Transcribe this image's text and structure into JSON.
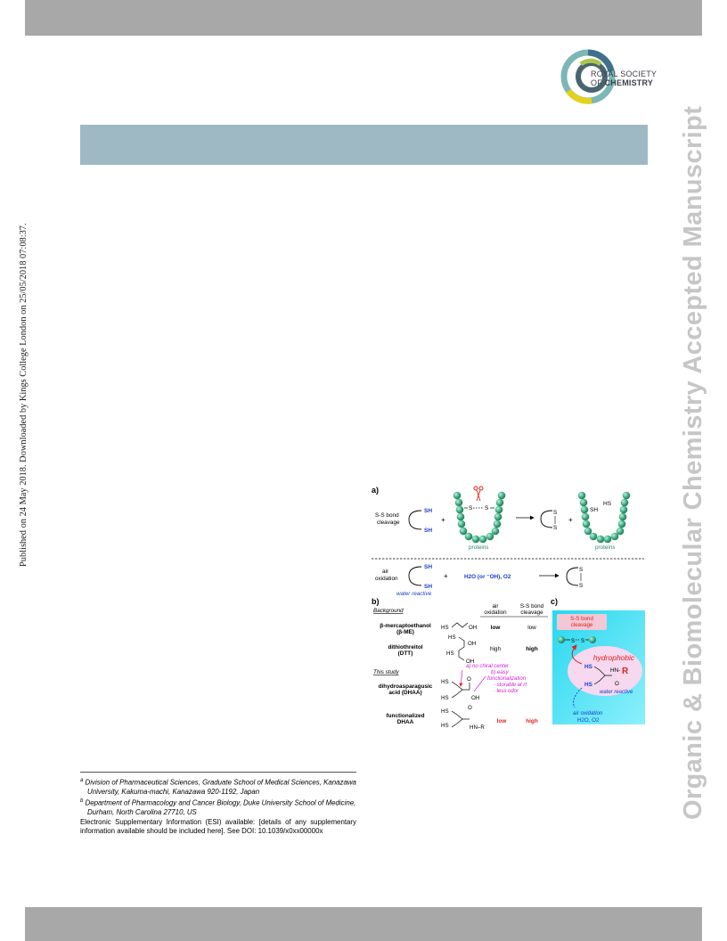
{
  "publisher": {
    "logo_line1": "ROYAL SOCIETY",
    "logo_line2": "OF",
    "logo_line3": "CHEMISTRY"
  },
  "sidebar_watermark": "Organic & Biomolecular Chemistry Accepted Manuscript",
  "published_note": "Published on 24 May 2018. Downloaded by Kings College London on 25/05/2018 07:08:37.",
  "footnotes": {
    "a_marker": "a",
    "a_text": "Division of Pharmaceutical Sciences, Graduate School of Medical Sciences, Kanazawa University, Kakuma-machi, Kanazawa 920-1192, Japan",
    "b_marker": "b",
    "b_text": "Department of Pharmacology and Cancer Biology, Duke University School of Medicine, Durham, North Carolina 27710, US",
    "esi": "Electronic Supplementary Information (ESI) available: [details of any supplementary information available should be included here]. See DOI: 10.1039/x0xx00000x"
  },
  "figure": {
    "panel_a": "a)",
    "panel_b": "b)",
    "panel_c": "c)",
    "ss_cleavage_l1": "S-S bond",
    "ss_cleavage_l2": "cleavage",
    "sh": "SH",
    "hs": "HS",
    "s": "S",
    "plus": "+",
    "proteins": "proteins",
    "air_l1": "air",
    "air_l2": "oxidation",
    "water_reagents": "H2O (or ⁻OH), O2",
    "water_reactive": "water reactive",
    "background": "Background",
    "col_air_l1": "air",
    "col_air_l2": "oxidation",
    "col_ss_l1": "S-S bond",
    "col_ss_l2": "cleavage",
    "bme_name": "β-mercaptoethanol",
    "bme_abbr": "(β-ME)",
    "bme_air": "low",
    "bme_ss": "low",
    "dtt_name": "dithiothreitol",
    "dtt_abbr": "(DTT)",
    "dtt_air": "high",
    "dtt_ss": "high",
    "this_study": "This study",
    "dhaa_name": "dihydroasparagusic",
    "dhaa_abbr": "acid (DHAA)",
    "note_a": "a) no chiral center",
    "note_b1": "b) easy",
    "note_b2": "functionalization",
    "note_b3": "· storable at rt",
    "note_b4": "· less odor",
    "fdhaa_name": "functionalized",
    "fdhaa_abbr": "DHAA",
    "fdhaa_air": "low",
    "fdhaa_ss": "high",
    "oh": "OH",
    "o": "O",
    "hnr": "HN–R",
    "c_ss_l1": "S-S bond",
    "c_ss_l2": "cleavage",
    "hydrophobic": "hydrophobic",
    "hn": "HN-",
    "r": "R",
    "c_air_l1": "air oxidation",
    "c_air_l2": "H2O, O2"
  }
}
